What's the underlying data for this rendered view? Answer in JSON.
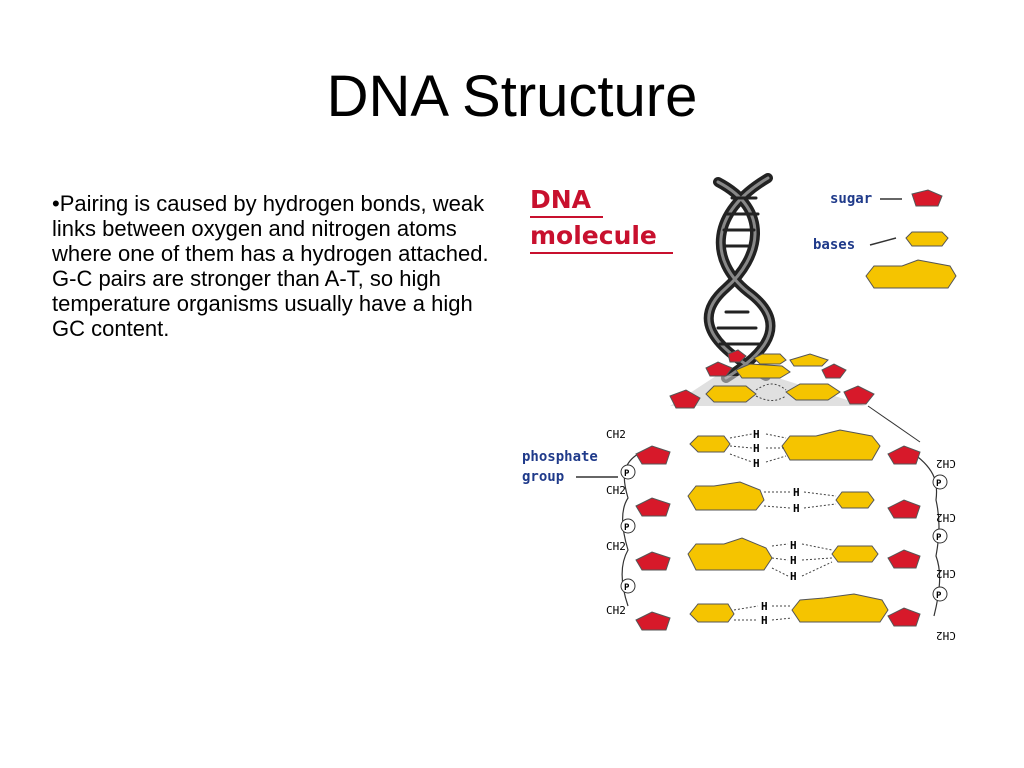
{
  "slide": {
    "title": "DNA Structure",
    "bullet": "•Pairing is caused by hydrogen bonds, weak links between oxygen and nitrogen atoms where one of them has a hydrogen attached. G-C pairs are stronger than A-T, so high temperature organisms usually have a high GC content."
  },
  "figure": {
    "title_line1": "DNA",
    "title_line2": "molecule",
    "label_sugar": "sugar",
    "label_bases": "bases",
    "label_phosphate_line1": "phosphate",
    "label_phosphate_line2": "group",
    "ch2": "CH2",
    "h": "H",
    "p": "P",
    "colors": {
      "sugar": "#d7192a",
      "base": "#f5c400",
      "title": "#c8102e",
      "label": "#1f3a8a"
    }
  }
}
